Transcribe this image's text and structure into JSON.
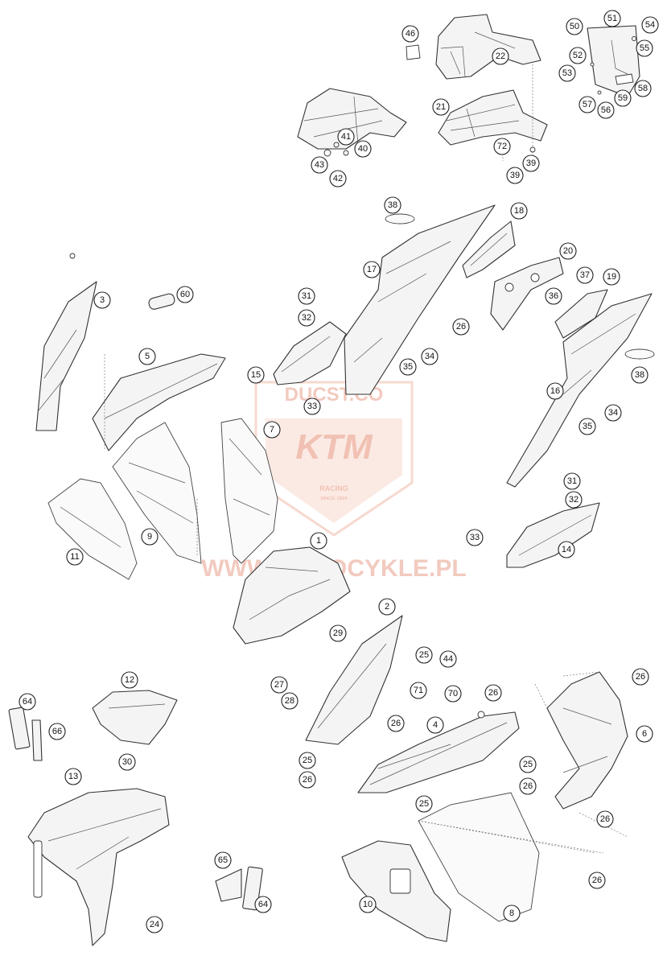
{
  "watermark": {
    "brand_top": "DUCST.CO",
    "brand_logo": "KTM",
    "brand_sub": "RACING",
    "brand_since": "SINCE 1934",
    "site": "WWW.MOTOCYKLE.PL",
    "color": "#e9a08c"
  },
  "callouts": [
    {
      "id": "c46",
      "label": "46"
    },
    {
      "id": "c22",
      "label": "22"
    },
    {
      "id": "c21",
      "label": "21"
    },
    {
      "id": "c72",
      "label": "72"
    },
    {
      "id": "c39a",
      "label": "39"
    },
    {
      "id": "c39b",
      "label": "39"
    },
    {
      "id": "c41",
      "label": "41"
    },
    {
      "id": "c40",
      "label": "40"
    },
    {
      "id": "c43",
      "label": "43"
    },
    {
      "id": "c42",
      "label": "42"
    },
    {
      "id": "c50",
      "label": "50"
    },
    {
      "id": "c51",
      "label": "51"
    },
    {
      "id": "c54",
      "label": "54"
    },
    {
      "id": "c55",
      "label": "55"
    },
    {
      "id": "c52",
      "label": "52"
    },
    {
      "id": "c53",
      "label": "53"
    },
    {
      "id": "c58",
      "label": "58"
    },
    {
      "id": "c59",
      "label": "59"
    },
    {
      "id": "c56",
      "label": "56"
    },
    {
      "id": "c57",
      "label": "57"
    },
    {
      "id": "c38a",
      "label": "38"
    },
    {
      "id": "c18",
      "label": "18"
    },
    {
      "id": "c17",
      "label": "17"
    },
    {
      "id": "c20",
      "label": "20"
    },
    {
      "id": "c37",
      "label": "37"
    },
    {
      "id": "c19",
      "label": "19"
    },
    {
      "id": "c36",
      "label": "36"
    },
    {
      "id": "c26a",
      "label": "26"
    },
    {
      "id": "c38b",
      "label": "38"
    },
    {
      "id": "c16",
      "label": "16"
    },
    {
      "id": "c34a",
      "label": "34"
    },
    {
      "id": "c35a",
      "label": "35"
    },
    {
      "id": "c34b",
      "label": "34"
    },
    {
      "id": "c35b",
      "label": "35"
    },
    {
      "id": "c31a",
      "label": "31"
    },
    {
      "id": "c32a",
      "label": "32"
    },
    {
      "id": "c15",
      "label": "15"
    },
    {
      "id": "c33a",
      "label": "33"
    },
    {
      "id": "c31b",
      "label": "31"
    },
    {
      "id": "c32b",
      "label": "32"
    },
    {
      "id": "c33b",
      "label": "33"
    },
    {
      "id": "c14",
      "label": "14"
    },
    {
      "id": "c3",
      "label": "3"
    },
    {
      "id": "c60",
      "label": "60"
    },
    {
      "id": "c5",
      "label": "5"
    },
    {
      "id": "c7",
      "label": "7"
    },
    {
      "id": "c9",
      "label": "9"
    },
    {
      "id": "c11",
      "label": "11"
    },
    {
      "id": "c1",
      "label": "1"
    },
    {
      "id": "c2",
      "label": "2"
    },
    {
      "id": "c29",
      "label": "29"
    },
    {
      "id": "c25a",
      "label": "25"
    },
    {
      "id": "c44",
      "label": "44"
    },
    {
      "id": "c27",
      "label": "27"
    },
    {
      "id": "c28",
      "label": "28"
    },
    {
      "id": "c71",
      "label": "71"
    },
    {
      "id": "c70",
      "label": "70"
    },
    {
      "id": "c26b",
      "label": "26"
    },
    {
      "id": "c4",
      "label": "4"
    },
    {
      "id": "c26c",
      "label": "26"
    },
    {
      "id": "c26d",
      "label": "26"
    },
    {
      "id": "c6",
      "label": "6"
    },
    {
      "id": "c25b",
      "label": "25"
    },
    {
      "id": "c26e",
      "label": "26"
    },
    {
      "id": "c25c",
      "label": "25"
    },
    {
      "id": "c26f",
      "label": "26"
    },
    {
      "id": "c25d",
      "label": "25"
    },
    {
      "id": "c26g",
      "label": "26"
    },
    {
      "id": "c26h",
      "label": "26"
    },
    {
      "id": "c10",
      "label": "10"
    },
    {
      "id": "c8",
      "label": "8"
    },
    {
      "id": "c12",
      "label": "12"
    },
    {
      "id": "c30",
      "label": "30"
    },
    {
      "id": "c64a",
      "label": "64"
    },
    {
      "id": "c66",
      "label": "66"
    },
    {
      "id": "c13",
      "label": "13"
    },
    {
      "id": "c24",
      "label": "24"
    },
    {
      "id": "c65",
      "label": "65"
    },
    {
      "id": "c64b",
      "label": "64"
    }
  ]
}
